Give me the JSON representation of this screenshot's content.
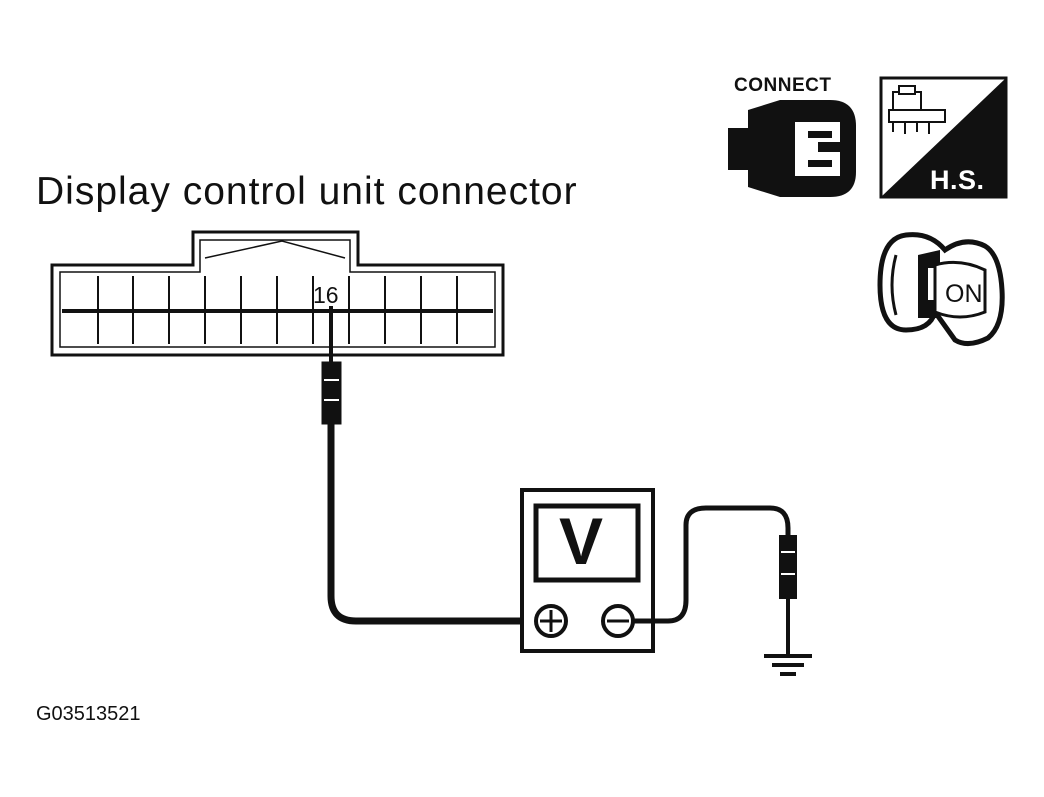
{
  "diagram": {
    "title": "Display control unit connector",
    "figure_id": "G03513521",
    "connector": {
      "pin_label": "16"
    },
    "meter": {
      "label": "V",
      "positive_terminal": "positive-terminal",
      "negative_terminal": "negative-terminal"
    },
    "icons": {
      "connect": {
        "label": "CONNECT",
        "icon": "connector-plug-icon"
      },
      "harness_side": {
        "label": "H.S.",
        "icon": "harness-side-icon"
      },
      "ignition": {
        "label": "ON",
        "icon": "ignition-key-icon"
      }
    },
    "ground": {
      "icon": "ground-symbol-icon"
    }
  }
}
